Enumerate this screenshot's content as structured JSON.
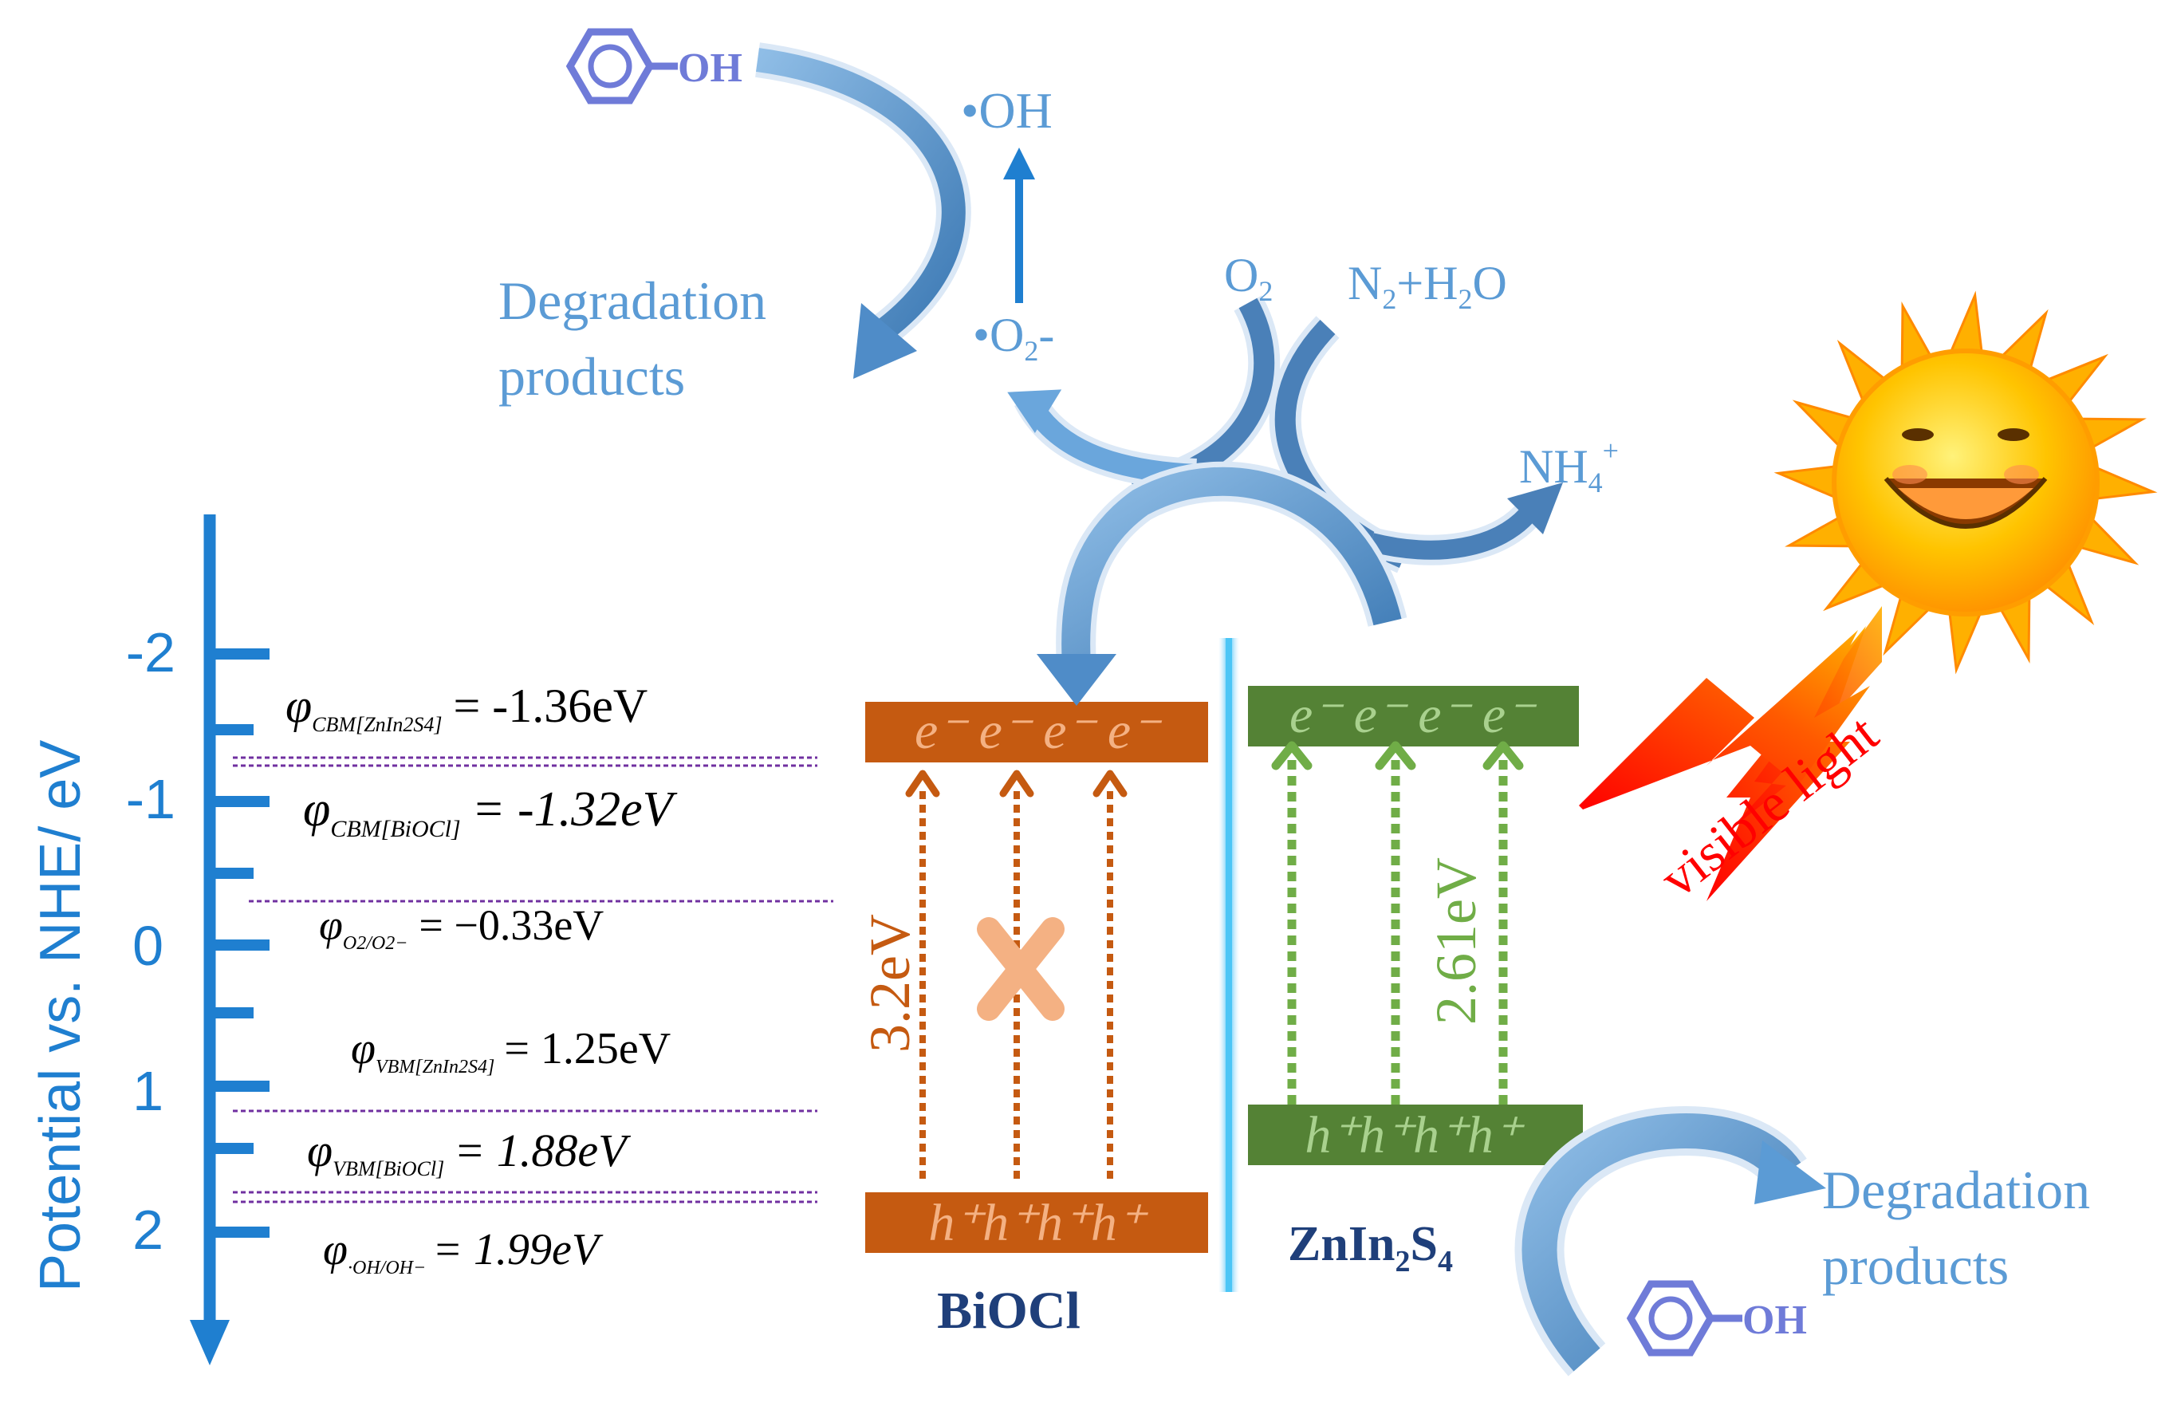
{
  "axis": {
    "title": "Potential vs. NHE/ eV",
    "ticks": [
      "-2",
      "-1",
      "0",
      "1",
      "2"
    ],
    "color": "#1f7fd0"
  },
  "potentials": [
    {
      "symbol": "φ",
      "sub": "CBM[ZnIn2S4]",
      "rhs": "= -1.36eV"
    },
    {
      "symbol": "φ",
      "sub": "CBM[BiOCl]",
      "rhs": "= -1.32eV"
    },
    {
      "symbol": "φ",
      "sub": "O2/O2−",
      "rhs": "= −0.33eV"
    },
    {
      "symbol": "φ",
      "sub": "VBM[ZnIn2S4]",
      "rhs": "= 1.25eV"
    },
    {
      "symbol": "φ",
      "sub": "VBM[BiOCl]",
      "rhs": "= 1.88eV"
    },
    {
      "symbol": "φ",
      "sub": "·OH/OH−",
      "rhs": "= 1.99eV"
    }
  ],
  "biocl": {
    "name": "BiOCl",
    "cb_label": "e⁻ e⁻ e⁻ e⁻",
    "vb_label": "h⁺h⁺h⁺h⁺",
    "gap": "3.2eV",
    "color": "#c55a11",
    "cross_color": "#f4b183"
  },
  "znins": {
    "name_parts": [
      "ZnIn",
      "2",
      "S",
      "4"
    ],
    "cb_label": "e⁻ e⁻ e⁻ e⁻",
    "vb_label": "h⁺h⁺h⁺h⁺",
    "gap": "2.61eV",
    "color": "#548235",
    "text_color": "#a9d18e"
  },
  "species": {
    "oh_radical": "•OH",
    "o2_radical": "•O",
    "o2_radical_sub": "2",
    "o2_radical_sup": "-",
    "o2": "O",
    "o2_sub": "2",
    "n2h2o": [
      "N",
      "2",
      "+H",
      "2",
      "O"
    ],
    "nh4": [
      "NH",
      "4",
      "+"
    ],
    "phenol_oh": "OH"
  },
  "degradation": {
    "top": [
      "Degradation",
      "products"
    ],
    "bottom": [
      "Degradation",
      "products"
    ]
  },
  "light": {
    "label": "visible light",
    "color": "#ff0000"
  },
  "accent_blue": "#5b9bd5"
}
